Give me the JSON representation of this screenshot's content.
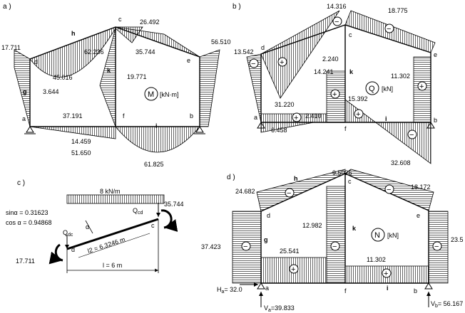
{
  "panels": {
    "a": {
      "label": "a )",
      "unit": "[kN·m]",
      "symbol": "M",
      "nodes": {
        "a": "a",
        "b": "b",
        "c": "c",
        "d": "d",
        "e": "e",
        "f": "f",
        "g": "g",
        "h": "h",
        "i": "i",
        "k": "k"
      },
      "values": [
        "17.711",
        "26.492",
        "62.236",
        "35.744",
        "56.510",
        "45.016",
        "19.771",
        "3.644",
        "37.191",
        "14.459",
        "51.650",
        "61.825"
      ]
    },
    "b": {
      "label": "b )",
      "unit": "[kN]",
      "symbol": "Q",
      "nodes": {
        "a": "a",
        "b": "b",
        "c": "c",
        "d": "d",
        "e": "e",
        "f": "f",
        "i": "i",
        "k": "k"
      },
      "values": [
        "14.316",
        "18.775",
        "13.542",
        "2.240",
        "14.241",
        "11.302",
        "31.220",
        "15.392",
        "2.410",
        "6.458",
        "32.608"
      ]
    },
    "c": {
      "label": "c )",
      "load": "8 kN/m",
      "sin": "sinα = 0.31623",
      "cos": "cos α = 0.94868",
      "moment_c": "35.744",
      "moment_d": "17.711",
      "shear_c_base": "Q",
      "shear_c_sub": "cd",
      "shear_d_base": "Q",
      "shear_d_sub": "dc",
      "alpha": "α",
      "length_incl": "l2 = 6.3246 m",
      "length_h": "l = 6 m",
      "node_c": "c",
      "node_d": "d"
    },
    "d": {
      "label": "d )",
      "unit": "[kN]",
      "symbol": "N",
      "nodes": {
        "a": "a",
        "b": "b",
        "c": "c",
        "d": "d",
        "e": "e",
        "f": "f",
        "g": "g",
        "h": "h",
        "i": "i",
        "k": "k"
      },
      "values": [
        "9.5026",
        "24.682",
        "18.172",
        "12.982",
        "37.423",
        "23.5",
        "25.541",
        "11.302"
      ],
      "Ha": "H",
      "Ha_sub": "a",
      "Ha_val": "= 32.0",
      "Va": "V",
      "Va_sub": "a",
      "Va_val": "=39.833",
      "Vb": "V",
      "Vb_sub": "b",
      "Vb_val": "= 56.167"
    }
  },
  "signs": {
    "plus": "+",
    "minus": "−"
  }
}
